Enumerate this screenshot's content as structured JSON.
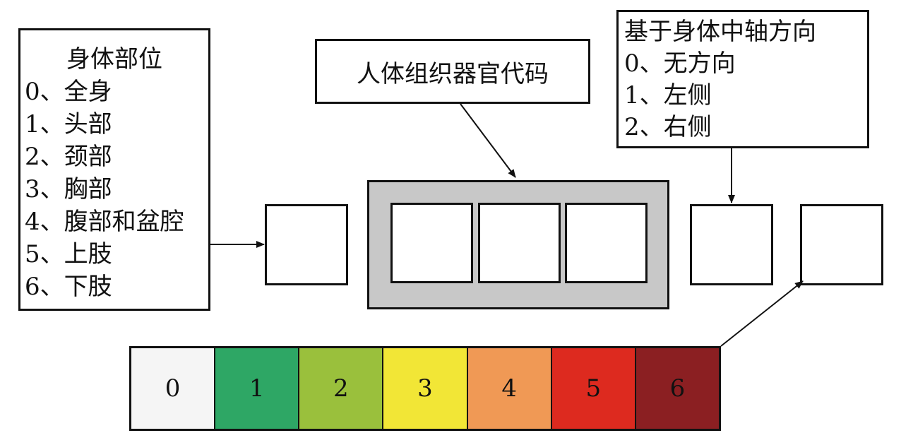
{
  "body_part_legend": {
    "title": "身体部位",
    "items": [
      "0、全身",
      "1、头部",
      "2、颈部",
      "3、胸部",
      "4、腹部和盆腔",
      "5、上肢",
      "6、下肢"
    ]
  },
  "organ_legend": {
    "title": "人体组织器官代码"
  },
  "axis_legend": {
    "title": "基于身体中轴方向",
    "items": [
      "0、无方向",
      "1、左侧",
      "2、右侧"
    ]
  },
  "scale": {
    "cells": [
      {
        "label": "0",
        "color": "#f5f5f5"
      },
      {
        "label": "1",
        "color": "#2ea765"
      },
      {
        "label": "2",
        "color": "#9ac03c"
      },
      {
        "label": "3",
        "color": "#f2e636"
      },
      {
        "label": "4",
        "color": "#f09955"
      },
      {
        "label": "5",
        "color": "#dd2a1f"
      },
      {
        "label": "6",
        "color": "#8b1f22"
      }
    ]
  }
}
